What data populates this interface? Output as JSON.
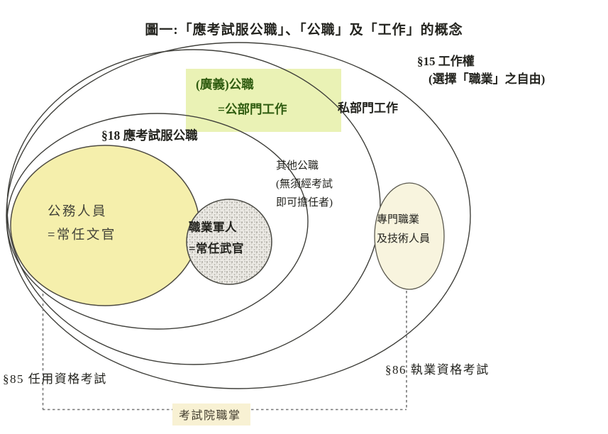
{
  "title": "圖一:「應考試服公職」、「公職」及「工作」的概念",
  "labels": {
    "s15_line1": "§15 工作權",
    "s15_line2": "(選擇「職業」之自由)",
    "broad_public_office_line1": "(廣義)公職",
    "broad_public_office_line2": "=公部門工作",
    "private_sector": "私部門工作",
    "s18": "§18 應考試服公職",
    "civil_servant_line1": "公務人員",
    "civil_servant_line2": "=常任文官",
    "military_line1": "職業軍人",
    "military_line2": "=常任武官",
    "other_office_line1": "其他公職",
    "other_office_line2": "(無須經考試",
    "other_office_line3": "即可擔任者)",
    "professional_line1": "專門職業",
    "professional_line2": "及技術人員",
    "s85": "§85 任用資格考試",
    "s86": "§86 執業資格考試",
    "exam_yuan": "考試院職掌"
  },
  "colors": {
    "outline": "#3f3f3a",
    "green_box_bg": "#eaf2b5",
    "green_text": "#2f5c10",
    "yellow_circle_bg": "#f5efac",
    "gray_circle_base": "#eceae5",
    "cream_ellipse_bg": "#f8f4de",
    "exam_box_bg": "#f8f1d3",
    "dashed_line": "#777777",
    "text": "#23231e"
  }
}
